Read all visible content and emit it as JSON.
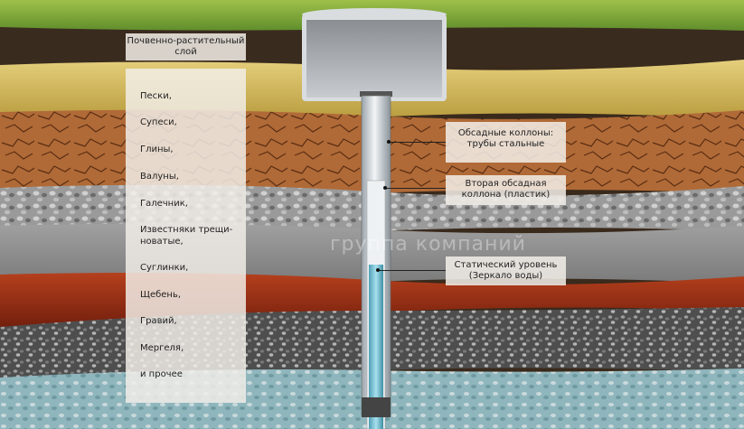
{
  "diagram": {
    "soil_label": "Почвенно-растительный слой",
    "layers": [
      {
        "label": "Пески,"
      },
      {
        "label": "Супеси,"
      },
      {
        "label": "Глины,"
      },
      {
        "label": "Валуны,"
      },
      {
        "label": "Галечник,"
      },
      {
        "label": "Известняки трещи-"
      },
      {
        "label": "новатые,"
      },
      {
        "label": "Суглинки,"
      },
      {
        "label": "Щебень,"
      },
      {
        "label": "Гравий,"
      },
      {
        "label": "Мергеля,"
      },
      {
        "label": "и прочее"
      }
    ],
    "callouts": {
      "casing_steel": "Обсадные коллоны: трубы стальные",
      "casing_plastic": "Вторая обсадная коллона (пластик)",
      "static_level": "Статический уровень (Зеркало воды)"
    },
    "watermark": "группа компаний"
  },
  "colors": {
    "grass": "#5f8f2e",
    "topsoil": "#3a2b1f",
    "sand": "#d8c165",
    "clay": "#b06a37",
    "gravel": "#a7a7a7",
    "limestone": "#8d8d8d",
    "red_clay": "#8e2a15",
    "crushed_stone": "#5b5b5b",
    "water": "#7cc5d9",
    "pipe": "#d7dde2"
  }
}
